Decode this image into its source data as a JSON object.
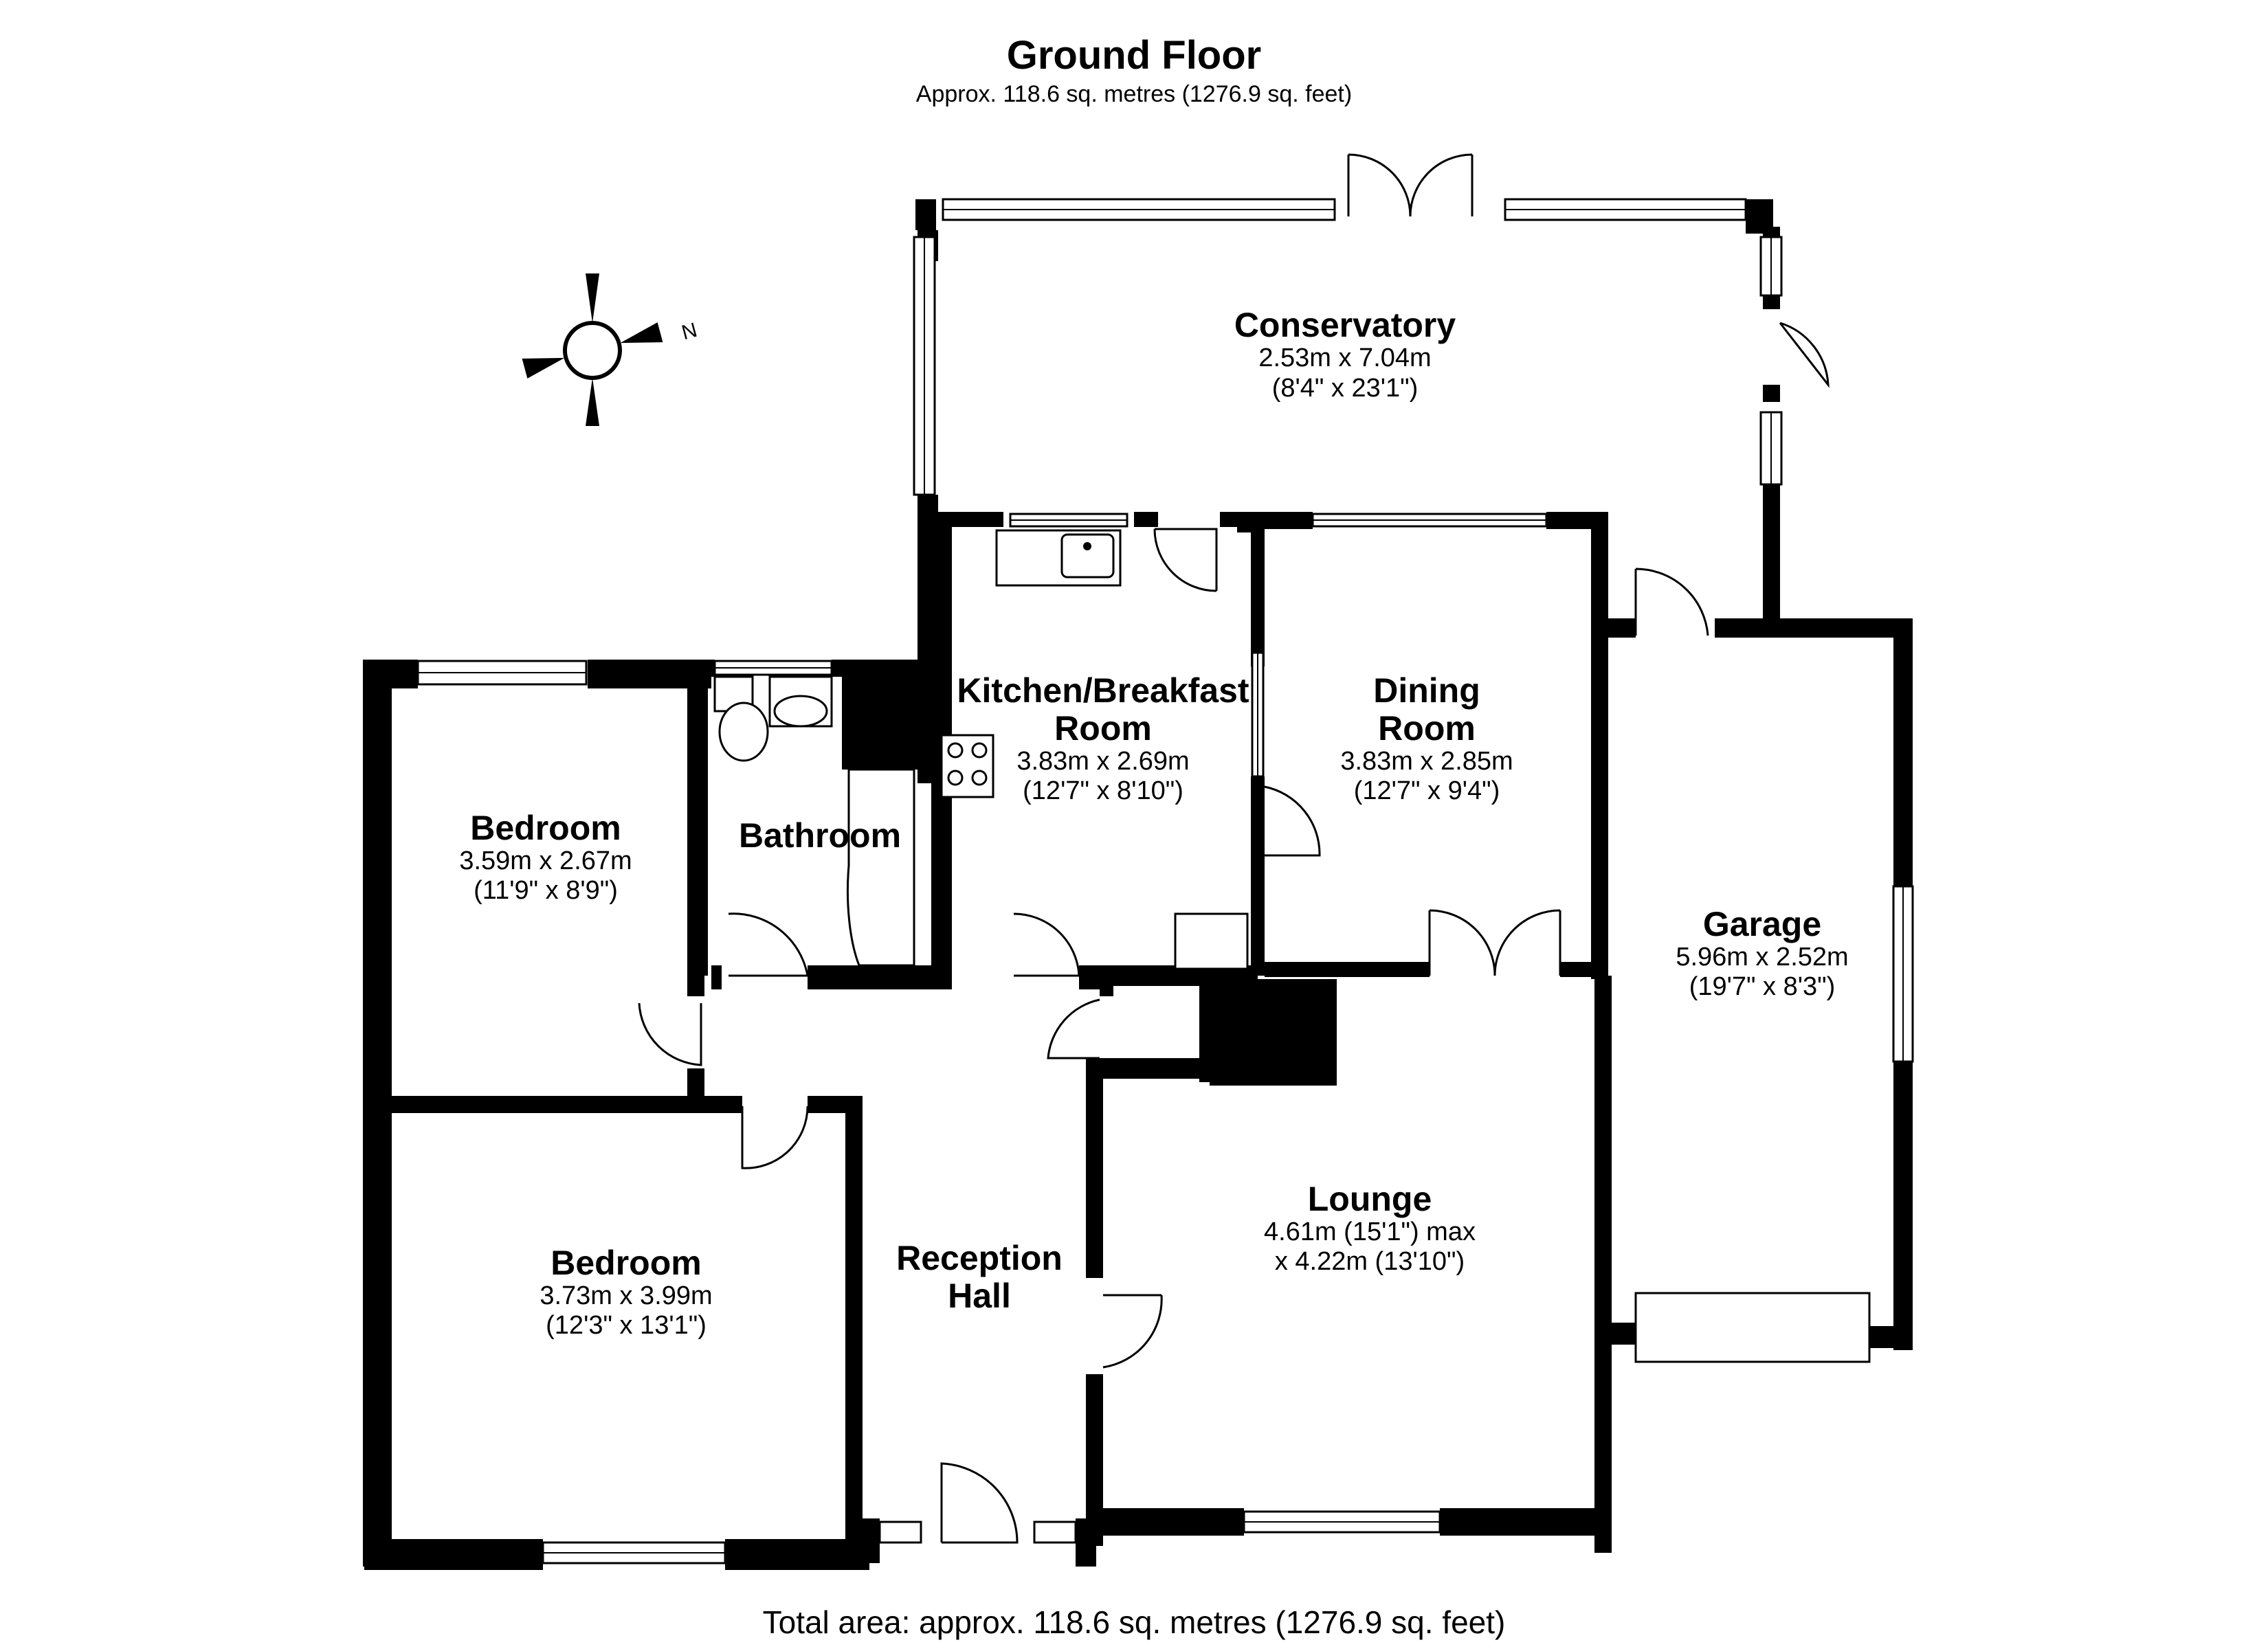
{
  "header": {
    "title": "Ground Floor",
    "area": "Approx. 118.6 sq. metres (1276.9 sq. feet)"
  },
  "compass": {
    "label": "N"
  },
  "rooms": {
    "conservatory": {
      "name": "Conservatory",
      "metric": "2.53m x 7.04m",
      "imperial": "(8'4\" x 23'1\")"
    },
    "kitchen": {
      "name_line1": "Kitchen/Breakfast",
      "name_line2": "Room",
      "metric": "3.83m x 2.69m",
      "imperial": "(12'7\" x 8'10\")"
    },
    "dining": {
      "name_line1": "Dining",
      "name_line2": "Room",
      "metric": "3.83m x 2.85m",
      "imperial": "(12'7\" x 9'4\")"
    },
    "bathroom": {
      "name": "Bathroom"
    },
    "bedroom1": {
      "name": "Bedroom",
      "metric": "3.59m x 2.67m",
      "imperial": "(11'9\" x 8'9\")"
    },
    "bedroom2": {
      "name": "Bedroom",
      "metric": "3.73m x 3.99m",
      "imperial": "(12'3\" x 13'1\")"
    },
    "garage": {
      "name": "Garage",
      "metric": "5.96m x 2.52m",
      "imperial": "(19'7\" x 8'3\")"
    },
    "lounge": {
      "name": "Lounge",
      "line1": "4.61m (15'1\") max",
      "line2": "x 4.22m (13'10\")"
    },
    "hall": {
      "name_line1": "Reception",
      "name_line2": "Hall"
    }
  },
  "footer": {
    "total": "Total area: approx. 118.6 sq. metres (1276.9 sq. feet)"
  }
}
